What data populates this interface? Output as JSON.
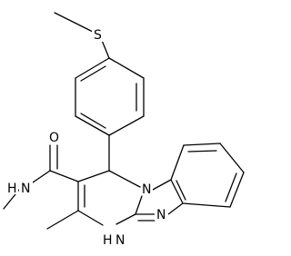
{
  "figure": {
    "kind": "chemical-structure",
    "background_color": "#ffffff",
    "line_color": "#000000"
  },
  "atoms": {
    "s": "S",
    "o": "O",
    "n_amide": "N",
    "h_amide": "H",
    "n_ring_bridge": "N",
    "n_imidazole": "N",
    "nh_ring": "N",
    "h_ring": "H"
  }
}
